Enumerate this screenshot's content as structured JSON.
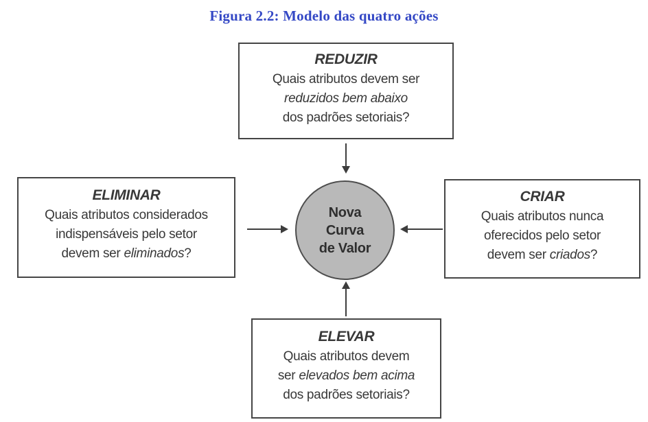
{
  "title": "Figura 2.2: Modelo das quatro ações",
  "colors": {
    "title_blue": "#3448c5",
    "box_border": "#454545",
    "circle_fill": "#b9b9b9",
    "arrow": "#3d3d3d",
    "text": "#383838"
  },
  "center_circle": {
    "line1": "Nova",
    "line2": "Curva",
    "line3": "de Valor"
  },
  "boxes": {
    "reduzir": {
      "heading": "REDUZIR",
      "line1": "Quais atributos devem ser",
      "line2_italic": "reduzidos bem abaixo",
      "line3": "dos padrões setoriais?"
    },
    "eliminar": {
      "heading": "ELIMINAR",
      "line1": "Quais atributos considerados",
      "line2": "indispensáveis pelo setor",
      "line3_pre": "devem ser ",
      "line3_italic": "eliminados",
      "line3_post": "?"
    },
    "criar": {
      "heading": "CRIAR",
      "line1": "Quais atributos nunca",
      "line2": "oferecidos pelo setor",
      "line3_pre": "devem ser ",
      "line3_italic": "criados",
      "line3_post": "?"
    },
    "elevar": {
      "heading": "ELEVAR",
      "line1": "Quais atributos devem",
      "line2_pre": "ser ",
      "line2_italic": "elevados bem acima",
      "line3": "dos padrões setoriais?"
    }
  }
}
